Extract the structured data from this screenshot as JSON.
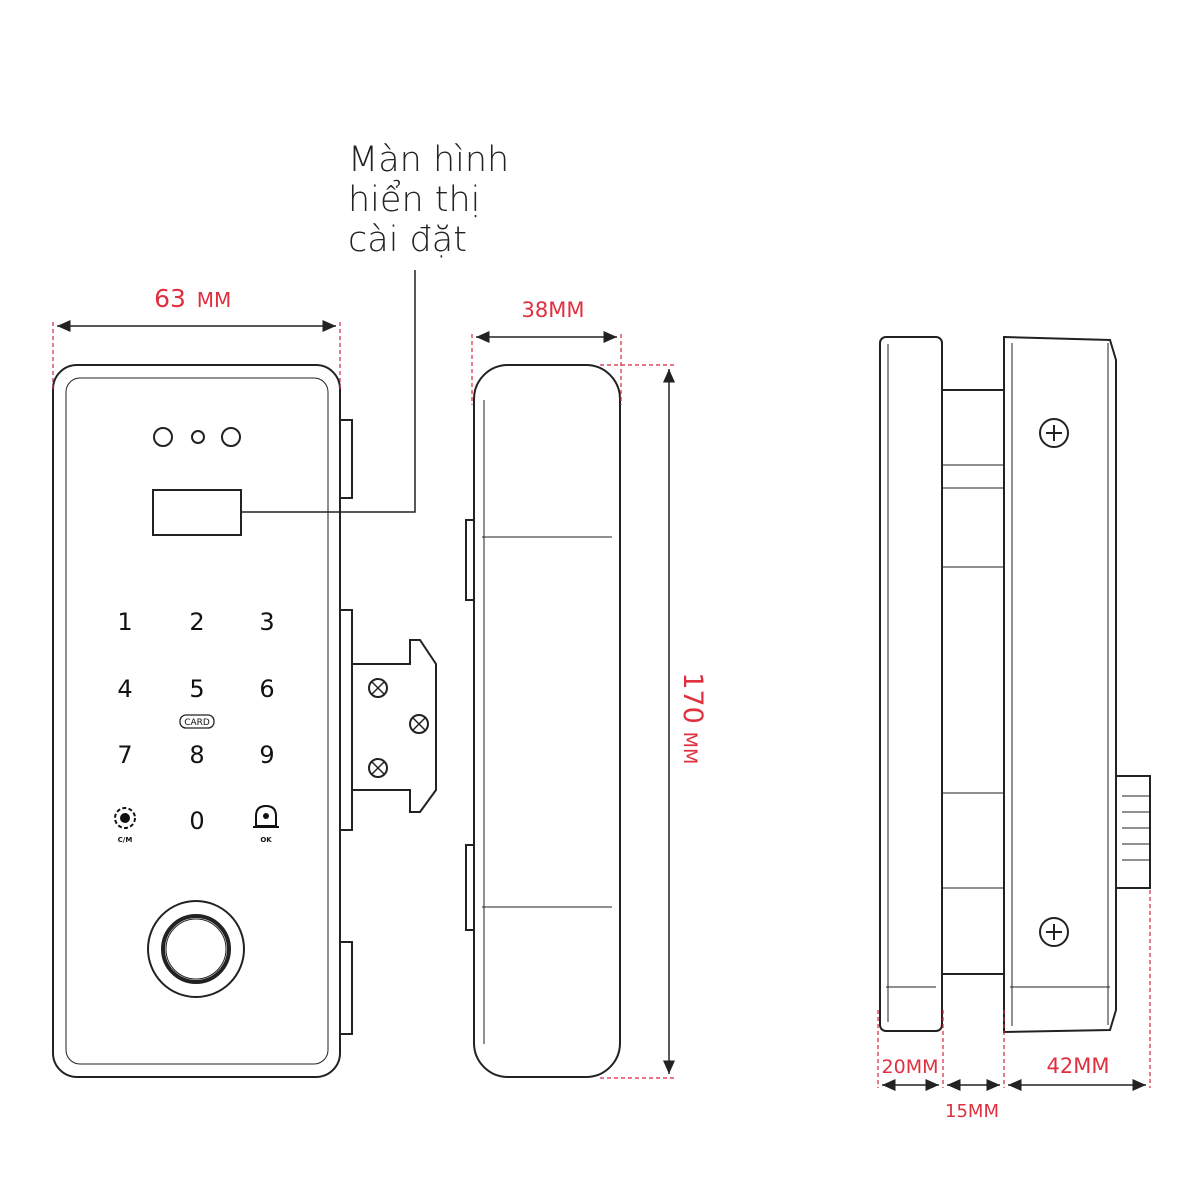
{
  "callout": {
    "line1": "Màn hình",
    "line2": "hiển thị",
    "line3": "cài đặt"
  },
  "dimensions": {
    "width_value": "63",
    "width_unit": "MM",
    "depth_label": "38MM",
    "height_value": "170",
    "height_unit": "MM",
    "glass_left": "20MM",
    "gap": "15MM",
    "glass_right": "42MM"
  },
  "keypad": {
    "keys": [
      "1",
      "2",
      "3",
      "4",
      "5",
      "6",
      "7",
      "8",
      "9",
      "0"
    ],
    "card_label": "CARD",
    "settings_caption": "C/M",
    "bell_caption": "OK"
  },
  "colors": {
    "outline": "#222222",
    "dimension": "#d7263d",
    "dimension_text": "#e0303f"
  }
}
